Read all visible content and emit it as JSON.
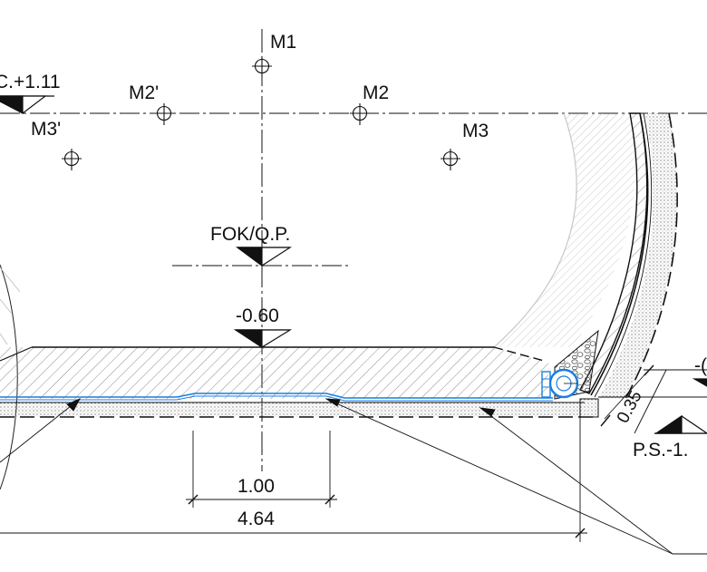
{
  "labels": {
    "m1": "M1",
    "m2": "M2",
    "m2p": "M2'",
    "m3": "M3",
    "m3p": "M3'",
    "top_left_level": "C.+1.11",
    "fok": "FOK/Q.P.",
    "level_neg060": "-0.60",
    "dim_035": "0.35",
    "dim_100": "1.00",
    "dim_464": "4.64",
    "ps_level": "P.S.-1.",
    "right_edge_partial": "-("
  },
  "colors": {
    "line": "#111111",
    "hatch": "#9a9a9a",
    "lining_light": "#c8c8c8",
    "drain_blue": "#1a7fe0",
    "gravel": "#666666"
  }
}
